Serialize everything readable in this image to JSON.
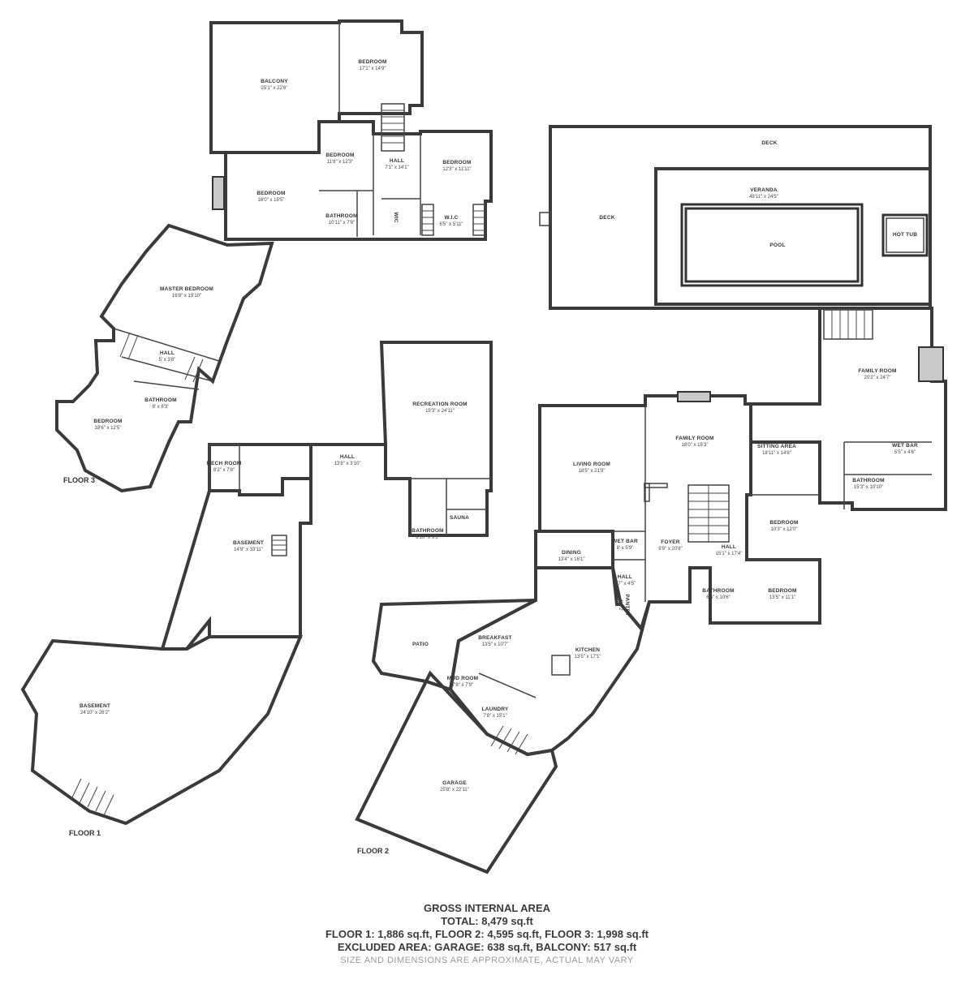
{
  "rooms": [
    {
      "name": "BALCONY",
      "dims": "25'1\" x 22'6\""
    },
    {
      "name": "BEDROOM",
      "dims": "17'1\" x 14'9\""
    },
    {
      "name": "BEDROOM",
      "dims": "11'8\" x 12'3\""
    },
    {
      "name": "HALL",
      "dims": "7'1\" x 14'1\""
    },
    {
      "name": "BEDROOM",
      "dims": "12'3\" x 11'11\""
    },
    {
      "name": "BEDROOM",
      "dims": "16'0\" x 15'5\""
    },
    {
      "name": "BATHROOM",
      "dims": "10'11\" x 7'8\""
    },
    {
      "name": "W.I.C",
      "dims": "6'5\" x 5'11\""
    },
    {
      "name": "MASTER BEDROOM",
      "dims": "16'8\" x 19'10\""
    },
    {
      "name": "HALL",
      "dims": "5' x 3'8\""
    },
    {
      "name": "BATHROOM",
      "dims": "8' x 6'3\""
    },
    {
      "name": "BEDROOM",
      "dims": "18'6\" x 12'5\""
    },
    {
      "name": "DECK",
      "dims": ""
    },
    {
      "name": "VERANDA",
      "dims": "49'11\" x 24'5\""
    },
    {
      "name": "POOL",
      "dims": ""
    },
    {
      "name": "HOT TUB",
      "dims": ""
    },
    {
      "name": "DECK",
      "dims": ""
    },
    {
      "name": "RECREATION ROOM",
      "dims": "19'3\" x 24'11\""
    },
    {
      "name": "MECH ROOM",
      "dims": "8'2\" x 7'8\""
    },
    {
      "name": "HALL",
      "dims": "13'8\" x 3'10\""
    },
    {
      "name": "BATHROOM",
      "dims": "8'10\" x 9'5\""
    },
    {
      "name": "SAUNA",
      "dims": ""
    },
    {
      "name": "BASEMENT",
      "dims": "14'9\" x 33'11\""
    },
    {
      "name": "BASEMENT",
      "dims": "24'10\" x 26'2\""
    },
    {
      "name": "FAMILY ROOM",
      "dims": "20'2\" x 24'7\""
    },
    {
      "name": "FAMILY ROOM",
      "dims": "18'0\" x 15'3\""
    },
    {
      "name": "SITTING AREA",
      "dims": "18'11\" x 14'8\""
    },
    {
      "name": "WET BAR",
      "dims": "5'5\" x 4'6\""
    },
    {
      "name": "BATHROOM",
      "dims": "15'3\" x 10'10\""
    },
    {
      "name": "LIVING ROOM",
      "dims": "18'5\" x 21'9\""
    },
    {
      "name": "WET BAR",
      "dims": "8' x 5'9\""
    },
    {
      "name": "FOYER",
      "dims": "9'9\" x 20'8\""
    },
    {
      "name": "HALL",
      "dims": "15'1\" x 17'4\""
    },
    {
      "name": "BEDROOM",
      "dims": "10'3\" x 12'0\""
    },
    {
      "name": "DINING",
      "dims": "13'4\" x 16'1\""
    },
    {
      "name": "HALL",
      "dims": "5'7\" x 4'5\""
    },
    {
      "name": "BATHROOM",
      "dims": "6'5\" x 10'6\""
    },
    {
      "name": "BEDROOM",
      "dims": "13'5\" x 11'1\""
    },
    {
      "name": "PATIO",
      "dims": ""
    },
    {
      "name": "BREAKFAST",
      "dims": "13'5\" x 10'7\""
    },
    {
      "name": "KITCHEN",
      "dims": "13'5\" x 17'1\""
    },
    {
      "name": "MUD ROOM",
      "dims": "7'8\" x 7'9\""
    },
    {
      "name": "LAUNDRY",
      "dims": "7'8\" x 15'1\""
    },
    {
      "name": "GARAGE",
      "dims": "25'8\" x 22'11\""
    }
  ],
  "vertical_labels": {
    "wic_side": "WIC",
    "pantry": "PANTRY",
    "pantry_dims": "4' x 2'"
  },
  "floors": {
    "floor1": "FLOOR 1",
    "floor2": "FLOOR 2",
    "floor3": "FLOOR 3"
  },
  "summary": {
    "title": "GROSS INTERNAL AREA",
    "total": "TOTAL: 8,479 sq.ft",
    "floors": "FLOOR 1: 1,886 sq.ft, FLOOR 2: 4,595 sq.ft, FLOOR 3: 1,998 sq.ft",
    "excluded": "EXCLUDED AREA: GARAGE: 638 sq.ft, BALCONY: 517 sq.ft",
    "disclaimer": "SIZE AND DIMENSIONS ARE APPROXIMATE, ACTUAL MAY VARY"
  }
}
